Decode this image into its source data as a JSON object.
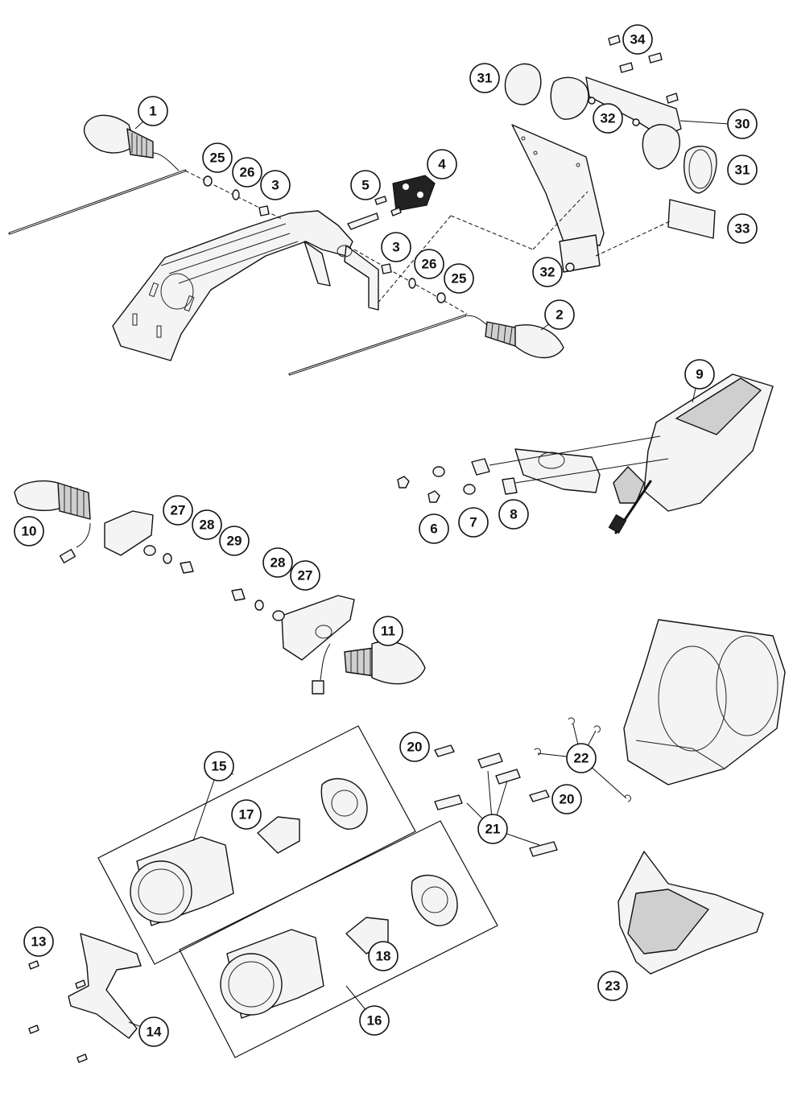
{
  "callouts": [
    "1",
    "2",
    "3",
    "3",
    "4",
    "5",
    "6",
    "7",
    "8",
    "9",
    "10",
    "11",
    "13",
    "14",
    "15",
    "16",
    "17",
    "18",
    "20",
    "20",
    "21",
    "22",
    "23",
    "25",
    "25",
    "26",
    "26",
    "27",
    "27",
    "28",
    "28",
    "29",
    "30",
    "31",
    "31",
    "32",
    "32",
    "33",
    "34"
  ]
}
